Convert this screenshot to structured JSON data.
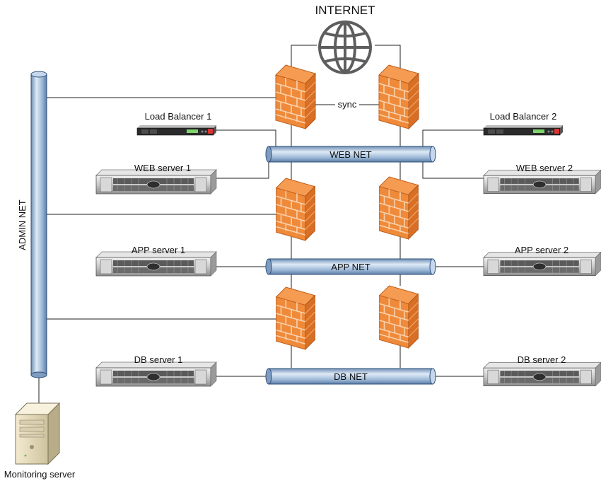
{
  "diagram": {
    "internet_label": "INTERNET",
    "sync_label": "sync",
    "admin_net_label": "ADMIN NET",
    "web_net_label": "WEB NET",
    "app_net_label": "APP NET",
    "db_net_label": "DB NET",
    "load_balancer_1_label": "Load Balancer 1",
    "load_balancer_2_label": "Load Balancer 2",
    "web_server_1_label": "WEB server 1",
    "web_server_2_label": "WEB server 2",
    "app_server_1_label": "APP server 1",
    "app_server_2_label": "APP server 2",
    "db_server_1_label": "DB server 1",
    "db_server_2_label": "DB server 2",
    "monitoring_server_label": "Monitoring server"
  },
  "colors": {
    "firewall_brick": "#ef8a3a",
    "firewall_mortar": "#f6c49a",
    "pipe_blue": "#a9c4e0",
    "pipe_outline": "#2d4f7a",
    "line": "#222222"
  }
}
